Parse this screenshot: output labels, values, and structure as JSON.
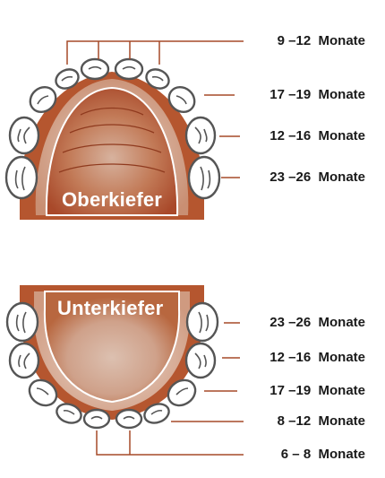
{
  "upper_jaw": {
    "title": "Oberkiefer",
    "labels": [
      "9 –12  Monate",
      "17 –19  Monate",
      "12 –16  Monate",
      "23 –26  Monate"
    ]
  },
  "lower_jaw": {
    "title": "Unterkiefer",
    "labels": [
      "23 –26  Monate",
      "12 –16  Monate",
      "17 –19  Monate",
      "8 –12  Monate",
      "6 – 8  Monate"
    ]
  },
  "colors": {
    "gum": "#b5562f",
    "gum_light": "#d8b6a4",
    "tooth_fill": "#ffffff",
    "tooth_stroke": "#555555",
    "leader_line": "#a54a28",
    "text": "#1a1a1a"
  }
}
